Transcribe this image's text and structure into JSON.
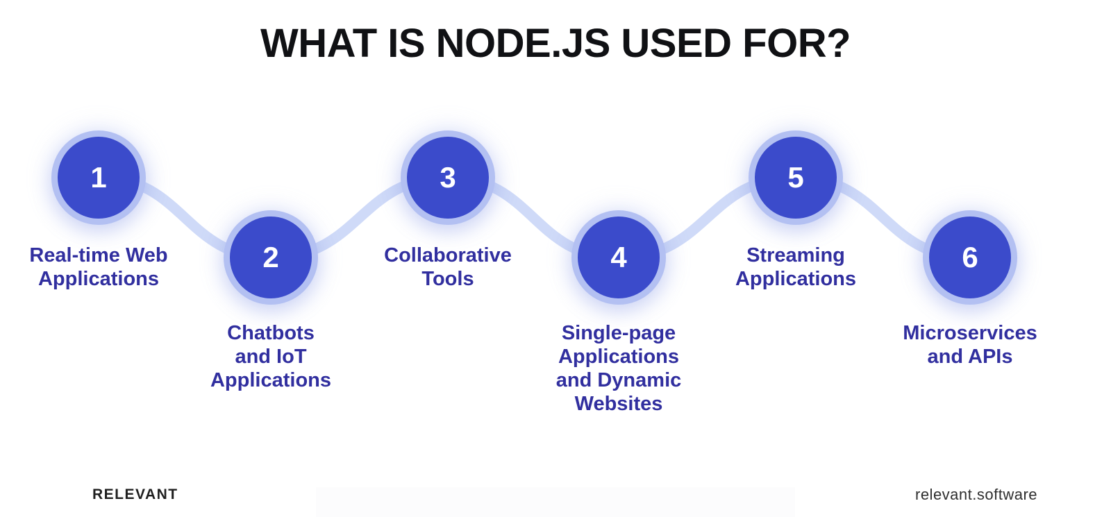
{
  "title": "WHAT IS NODE.JS USED FOR?",
  "steps": [
    {
      "number": "1",
      "label": "Real-time Web\nApplications"
    },
    {
      "number": "2",
      "label": "Chatbots\nand IoT\nApplications"
    },
    {
      "number": "3",
      "label": "Collaborative\nTools"
    },
    {
      "number": "4",
      "label": "Single-page\nApplications\nand Dynamic\nWebsites"
    },
    {
      "number": "5",
      "label": "Streaming\nApplications"
    },
    {
      "number": "6",
      "label": "Microservices\nand APIs"
    }
  ],
  "footer": {
    "brand": "RELEVANT",
    "website": "relevant.software"
  },
  "colors": {
    "circle_fill": "#3b4bcb",
    "circle_ring": "#b3c0f2",
    "connector": "#cfdaf8",
    "label_text": "#312f9f",
    "title_text": "#101114"
  }
}
